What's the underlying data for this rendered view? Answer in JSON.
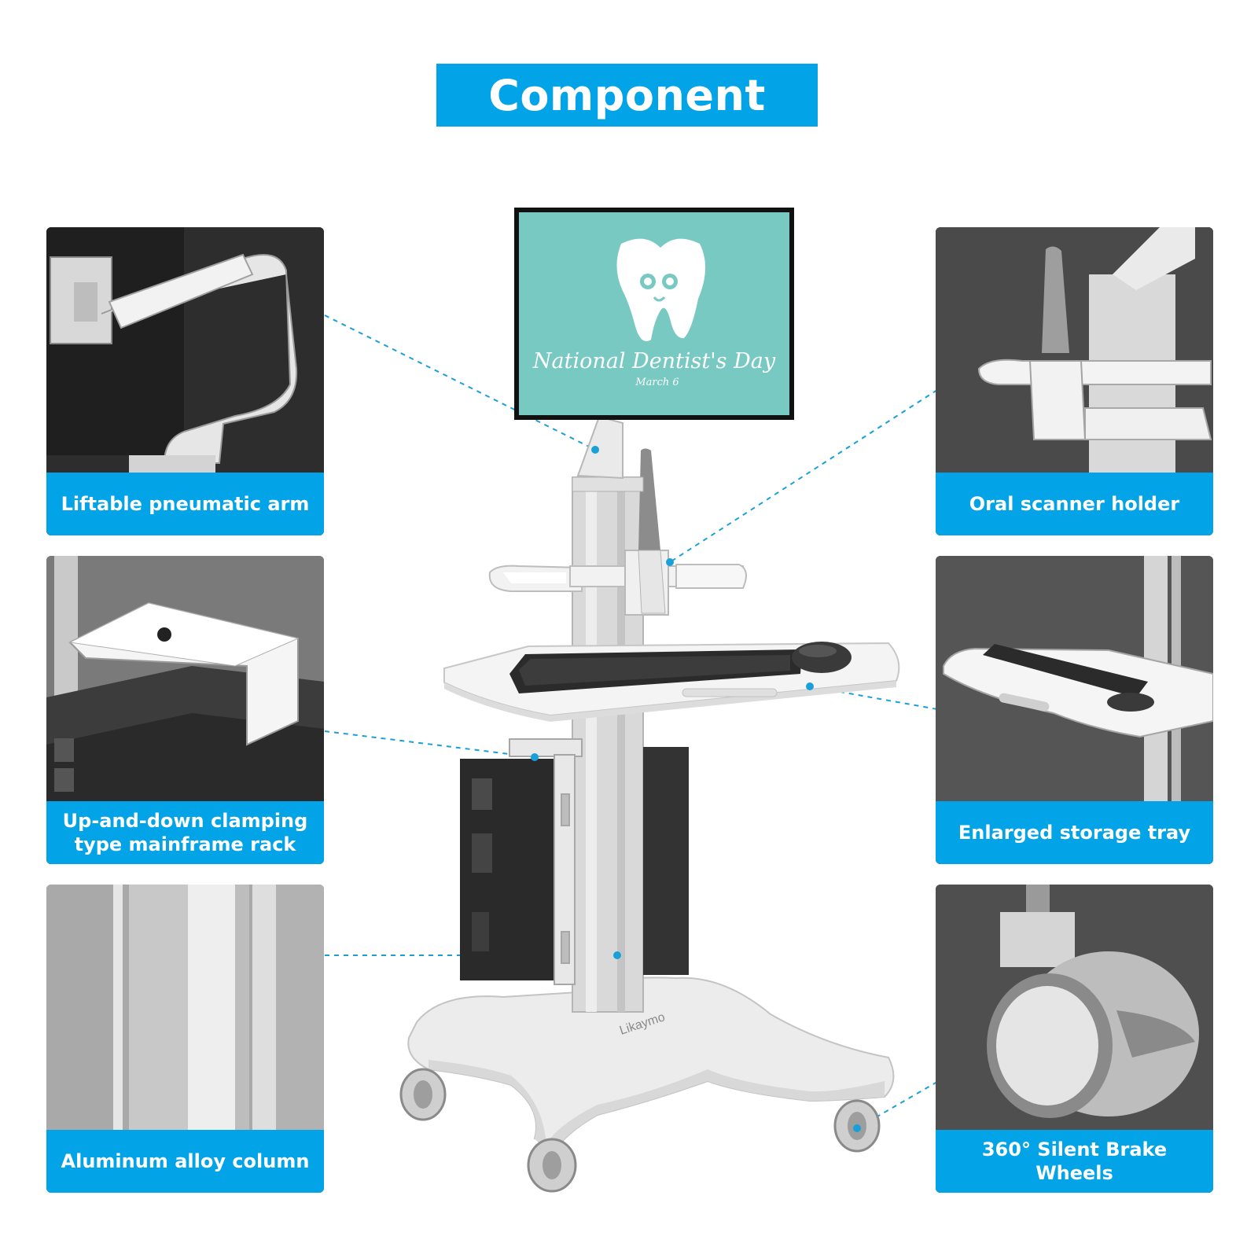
{
  "title": "Component",
  "features": {
    "arm": {
      "label": "Liftable pneumatic arm"
    },
    "rack": {
      "label": "Up-and-down clamping type mainframe rack"
    },
    "column": {
      "label": "Aluminum alloy column"
    },
    "scanner": {
      "label": "Oral scanner holder"
    },
    "tray": {
      "label": "Enlarged storage tray"
    },
    "wheels": {
      "label": "360° Silent Brake Wheels"
    }
  },
  "screen": {
    "headline": "National Dentist's Day",
    "date": "March 6"
  },
  "brand": "Likaymo",
  "colors": {
    "accent": "#03a3e8",
    "screen": "#77c9c2",
    "panel_bg": "#5b5b5b"
  }
}
